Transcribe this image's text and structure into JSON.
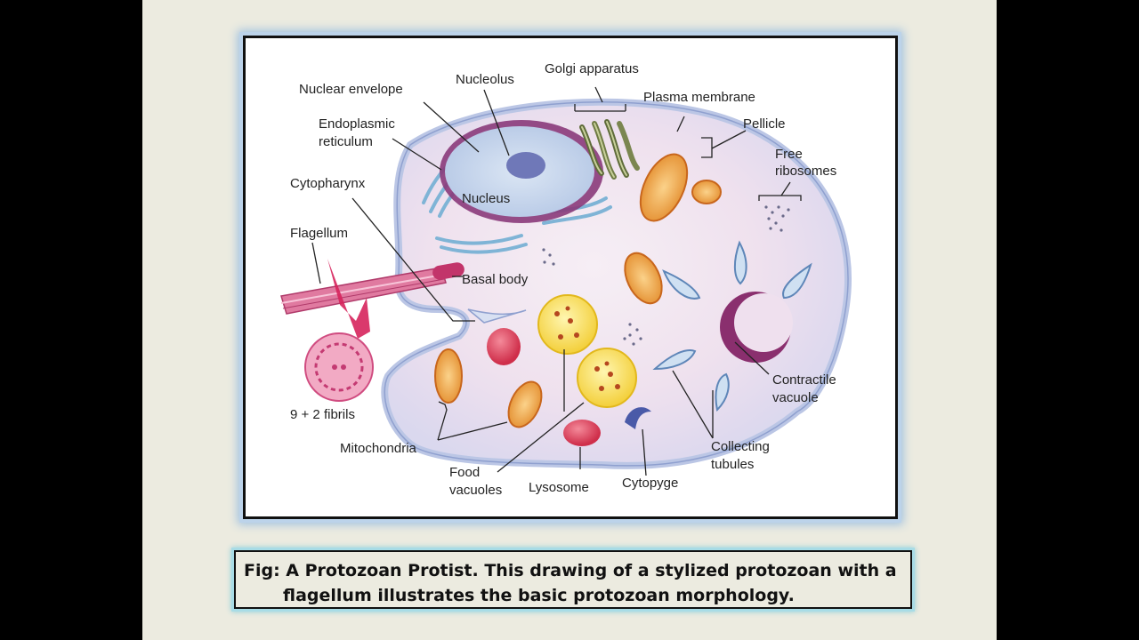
{
  "labels": {
    "golgi": "Golgi apparatus",
    "nucleolus": "Nucleolus",
    "nuclear_envelope": "Nuclear envelope",
    "plasma_membrane": "Plasma membrane",
    "pellicle": "Pellicle",
    "er_line1": "Endoplasmic",
    "er_line2": "reticulum",
    "free_rib_line1": "Free",
    "free_rib_line2": "ribosomes",
    "nucleus": "Nucleus",
    "cytopharynx": "Cytopharynx",
    "flagellum": "Flagellum",
    "basal_body": "Basal body",
    "contractile_line1": "Contractile",
    "contractile_line2": "vacuole",
    "fibrils": "9 + 2 fibrils",
    "mitochondria": "Mitochondria",
    "collecting_line1": "Collecting",
    "collecting_line2": "tubules",
    "food_line1": "Food",
    "food_line2": "vacuoles",
    "lysosome": "Lysosome",
    "cytopyge": "Cytopyge"
  },
  "caption": {
    "line1": "Fig: A Protozoan Protist. This drawing of a stylized protozoan with a",
    "line2": "flagellum illustrates the basic protozoan morphology."
  },
  "colors": {
    "background": "#ecebe0",
    "letterbox": "#000000",
    "frame_glow": "#9ec0e0",
    "caption_glow": "#88cdd9"
  }
}
